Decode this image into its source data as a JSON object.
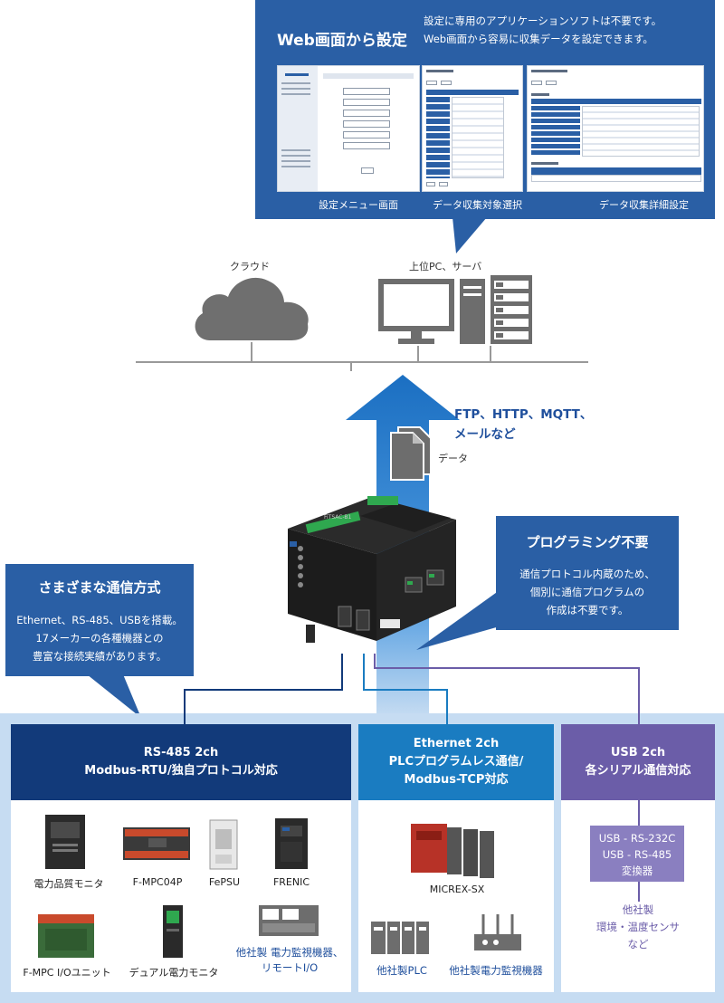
{
  "web_panel": {
    "title": "Web画面から設定",
    "desc_line1": "設定に専用のアプリケーションソフトは不要です。",
    "desc_line2": "Web画面から容易に収集データを設定できます。",
    "captions": [
      "設定メニュー画面",
      "データ収集対象選択",
      "データ収集詳細設定"
    ]
  },
  "network": {
    "cloud_label": "クラウド",
    "server_label": "上位PC、サーバ",
    "protocols_line1": "FTP、HTTP、MQTT、",
    "protocols_line2": "メールなど",
    "data_label": "データ"
  },
  "device": {
    "model": "FiTSAC-B1"
  },
  "callout_left": {
    "heading": "さまざまな通信方式",
    "line1": "Ethernet、RS-485、USBを搭載。",
    "line2": "17メーカーの各種機器との",
    "line3": "豊富な接続実績があります。"
  },
  "callout_right": {
    "heading": "プログラミング不要",
    "line1": "通信プロトコル内蔵のため、",
    "line2": "個別に通信プログラムの",
    "line3": "作成は不要です。"
  },
  "rs485": {
    "head_line1": "RS-485 2ch",
    "head_line2": "Modbus-RTU/独自プロトコル対応",
    "devices": [
      "電力品質モニタ",
      "F-MPC04P",
      "FePSU",
      "FRENIC",
      "F-MPC I/Oユニット",
      "デュアル電力モニタ"
    ],
    "other_line1": "他社製 電力監視機器、",
    "other_line2": "リモートI/O"
  },
  "ethernet": {
    "head_line1": "Ethernet 2ch",
    "head_line2": "PLCプログラムレス通信/",
    "head_line3": "Modbus-TCP対応",
    "device": "MICREX-SX",
    "other_plc": "他社製PLC",
    "other_power": "他社製電力監視機器"
  },
  "usb": {
    "head_line1": "USB 2ch",
    "head_line2": "各シリアル通信対応",
    "conv_line1": "USB - RS-232C",
    "conv_line2": "USB - RS-485",
    "conv_line3": "変換器",
    "sensor_line1": "他社製",
    "sensor_line2": "環境・温度センサ",
    "sensor_line3": "など"
  },
  "colors": {
    "panel_blue": "#2a5fa5",
    "rs485_navy": "#123a7a",
    "ethernet_blue": "#1a7cc1",
    "usb_purple": "#6b5da8",
    "band_light": "#c6dcf2",
    "arrow_blue": "#1976c8"
  }
}
